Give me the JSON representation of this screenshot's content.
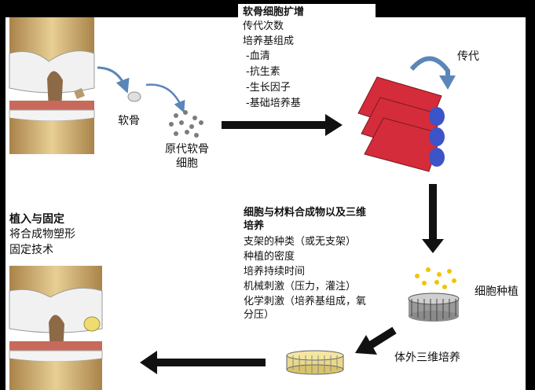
{
  "expansion": {
    "title": "软骨细胞扩增",
    "lines": [
      "传代次数",
      "培养基组成",
      "-血清",
      "-抗生素",
      "-生长因子",
      "-基础培养基"
    ]
  },
  "labels": {
    "cartilage": "软骨",
    "primary_cells": "原代软骨\n细胞",
    "passage": "传代",
    "seeding": "细胞种植",
    "in_vitro": "体外三维培养"
  },
  "implant": {
    "title": "植入与固定",
    "lines": [
      "将合成物塑形",
      "固定技术"
    ]
  },
  "culture": {
    "title": "细胞与材料合成物以及三维\n培养",
    "lines": [
      "支架的种类（或无支架）",
      "种植的密度",
      "培养持续时间",
      "机械刺激（压力，灌注）",
      "化学刺激（培养基组成，氧\n分压）"
    ]
  },
  "colors": {
    "flask_red": "#d42c3a",
    "cap_blue": "#3c54c8",
    "cell_yellow": "#f2c400",
    "arrow": "#111111",
    "curve_arrow": "#5b86b8"
  }
}
